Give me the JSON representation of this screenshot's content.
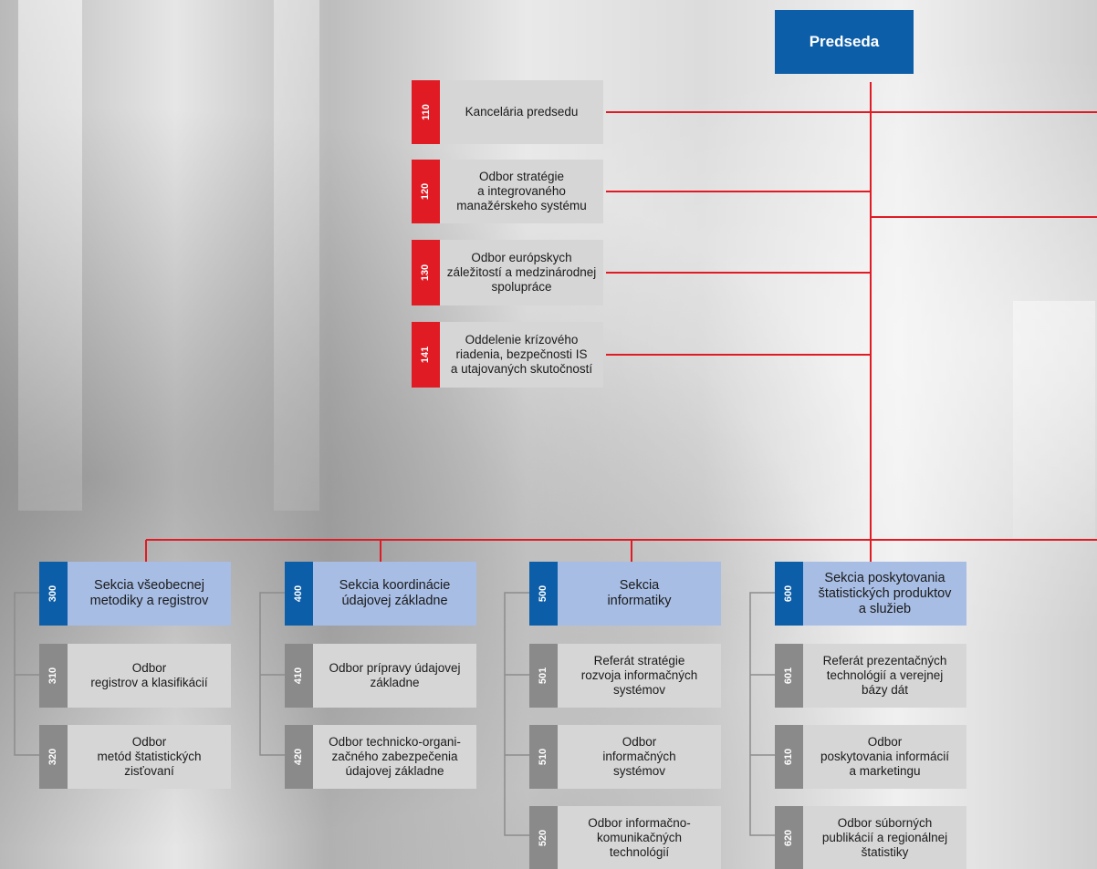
{
  "top": {
    "label": "Predseda"
  },
  "staff_units": [
    {
      "code": "110",
      "label": "Kancelária predsedu"
    },
    {
      "code": "120",
      "label": "Odbor stratégie\na integrovaného\nmanažérskeho systému"
    },
    {
      "code": "130",
      "label": "Odbor európskych\nzáležitostí a medzinárodnej\nspolupráce"
    },
    {
      "code": "141",
      "label": "Oddelenie krízového\nriadenia, bezpečnosti IS\na utajovaných skutočností"
    }
  ],
  "sections": [
    {
      "code": "300",
      "label": "Sekcia všeobecnej\nmetodiky a registrov",
      "units": [
        {
          "code": "310",
          "label": "Odbor\nregistrov a klasifikácií"
        },
        {
          "code": "320",
          "label": "Odbor\nmetód štatistických\nzisťovaní"
        }
      ]
    },
    {
      "code": "400",
      "label": "Sekcia koordinácie\núdajovej základne",
      "units": [
        {
          "code": "410",
          "label": "Odbor prípravy údajovej\nzákladne"
        },
        {
          "code": "420",
          "label": "Odbor  technicko-organi-\nzačného zabezpečenia\núdajovej základne"
        }
      ]
    },
    {
      "code": "500",
      "label": "Sekcia\ninformatiky",
      "units": [
        {
          "code": "501",
          "label": "Referát stratégie\nrozvoja informačných\nsystémov"
        },
        {
          "code": "510",
          "label": "Odbor\ninformačných\nsystémov"
        },
        {
          "code": "520",
          "label": "Odbor informačno-\nkomunikačných\ntechnológií"
        }
      ]
    },
    {
      "code": "600",
      "label": "Sekcia poskytovania\nštatistických produktov\na služieb",
      "units": [
        {
          "code": "601",
          "label": "Referát prezentačných\ntechnológií a verejnej\nbázy dát"
        },
        {
          "code": "610",
          "label": "Odbor\nposkytovania informácií\na marketingu"
        },
        {
          "code": "620",
          "label": "Odbor súborných\npublikácií a regionálnej\nštatistiky"
        }
      ]
    }
  ],
  "colors": {
    "connector_red": "#e01b24",
    "connector_grey": "#8c8c8c",
    "blue": "#0d5ea8",
    "section_fill": "#a7bde4",
    "unit_fill": "#d6d6d6"
  }
}
